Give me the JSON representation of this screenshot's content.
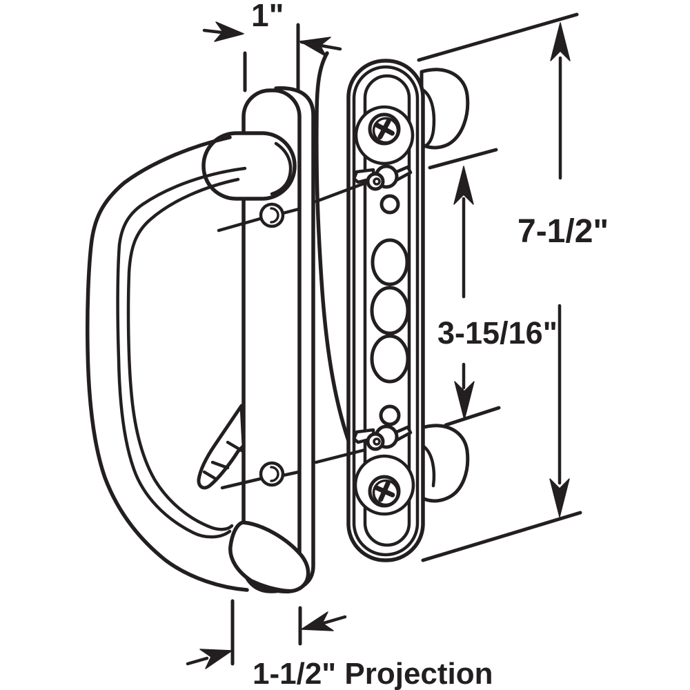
{
  "diagram": {
    "type": "technical-line-drawing",
    "subject": "sliding-door-handle-set-with-dimensions",
    "colors": {
      "line": "#231f20",
      "background": "#ffffff"
    },
    "labels": {
      "plate_width": "1\"",
      "overall_height": "7-1/2\"",
      "screw_spacing": "3-15/16\"",
      "projection": "1-1/2\" Projection"
    }
  }
}
